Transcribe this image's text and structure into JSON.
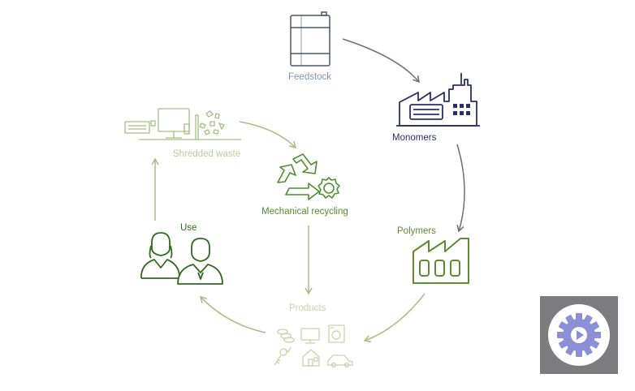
{
  "labels": {
    "feedstock": "Feedstock",
    "monomers": "Monomers",
    "polymers": "Polymers",
    "shredded_waste": "Shredded waste",
    "mechanical_recycling": "Mechanical recycling",
    "use": "Use",
    "products": "Products"
  },
  "colors": {
    "feedstock_text": "#7f93b7",
    "monomers": "#2b2f66",
    "polymers": "#5f8a32",
    "use": "#2f6a1e",
    "recycling": "#4f8f2b",
    "pale_green": "#a6bd82",
    "very_pale_green": "#c4d4aa",
    "arrow_gray": "#6e6e73",
    "play_bg": "#7c7c7e",
    "play_icon": "#8b8fd6"
  },
  "icons": {
    "feedstock": "oil-barrel-icon",
    "monomers": "chemical-plant-icon",
    "polymers": "factory-icon",
    "shredded_waste": "electronics-waste-icon",
    "mechanical_recycling": "recycle-gear-icon",
    "use": "people-icon",
    "products": "consumer-products-icon",
    "video": "gear-play-icon"
  }
}
